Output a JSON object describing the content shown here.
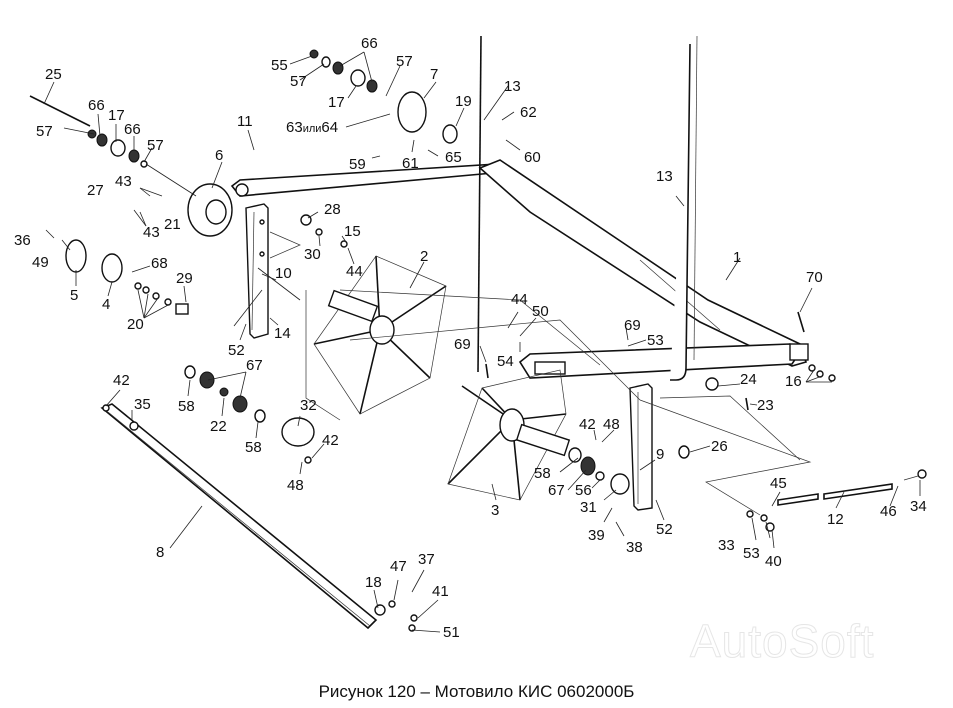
{
  "caption": "Рисунок 120 – Мотовило КИС 0602000Б",
  "watermark": "AutoSoft",
  "callouts": {
    "c1": "1",
    "c2": "2",
    "c3": "3",
    "c4": "4",
    "c5": "5",
    "c6": "6",
    "c7": "7",
    "c8": "8",
    "c9": "9",
    "c10": "10",
    "c11": "11",
    "c12": "12",
    "c13a": "13",
    "c13b": "13",
    "c14": "14",
    "c15": "15",
    "c16": "16",
    "c17a": "17",
    "c17b": "17",
    "c18": "18",
    "c19": "19",
    "c20": "20",
    "c21": "21",
    "c22": "22",
    "c23": "23",
    "c24": "24",
    "c25": "25",
    "c26": "26",
    "c27": "27",
    "c28": "28",
    "c29": "29",
    "c30": "30",
    "c31": "31",
    "c32": "32",
    "c33": "33",
    "c34": "34",
    "c35": "35",
    "c36": "36",
    "c37": "37",
    "c38": "38",
    "c39": "39",
    "c40": "40",
    "c41": "41",
    "c42a": "42",
    "c42b": "42",
    "c42c": "42",
    "c43a": "43",
    "c43b": "43",
    "c44a": "44",
    "c44b": "44",
    "c45": "45",
    "c46": "46",
    "c47": "47",
    "c48a": "48",
    "c48b": "48",
    "c49": "49",
    "c50": "50",
    "c51": "51",
    "c52a": "52",
    "c52b": "52",
    "c53a": "53",
    "c53b": "53",
    "c54": "54",
    "c55": "55",
    "c56": "56",
    "c57a": "57",
    "c57b": "57",
    "c57c": "57",
    "c57d": "57",
    "c58a": "58",
    "c58b": "58",
    "c58c": "58",
    "c59": "59",
    "c60": "60",
    "c61": "61",
    "c62": "62",
    "c63_64_a": "63",
    "c63_64_or": "или",
    "c63_64_b": "64",
    "c65": "65",
    "c66a": "66",
    "c66b": "66",
    "c66c": "66",
    "c67a": "67",
    "c67b": "67",
    "c68": "68",
    "c69a": "69",
    "c69b": "69",
    "c70": "70"
  }
}
